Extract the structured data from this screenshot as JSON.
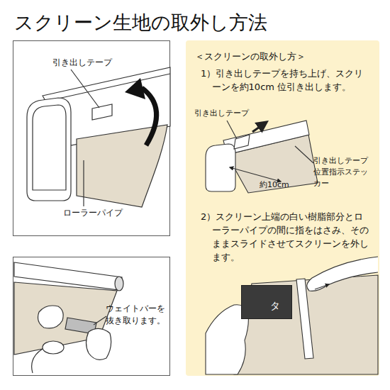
{
  "diagram": {
    "title": "スクリーン生地の取外し方法",
    "nodes": [
      {
        "text": [
          "引き出しテープ",
          "ローラーパイプ"
        ]
      },
      {
        "text": [
          "ウェイトバーを抜き取ります。"
        ]
      },
      {
        "text": [
          "＜スクリーンの取外し方＞",
          "1）引き出しテープを持ち上げ、スクリーンを約10cm 位引き出します。",
          "引き出しテープ",
          "約10cm",
          "引き出しテープ位置指示ステッカー",
          "2）スクリーン上端の白い樹脂部分とローラーパイプの間に指をはさみ、そのままスライドさせてスクリーンを外します。"
        ]
      },
      {
        "text": [
          "タ"
        ],
        "in": 2
      }
    ],
    "edges": []
  }
}
